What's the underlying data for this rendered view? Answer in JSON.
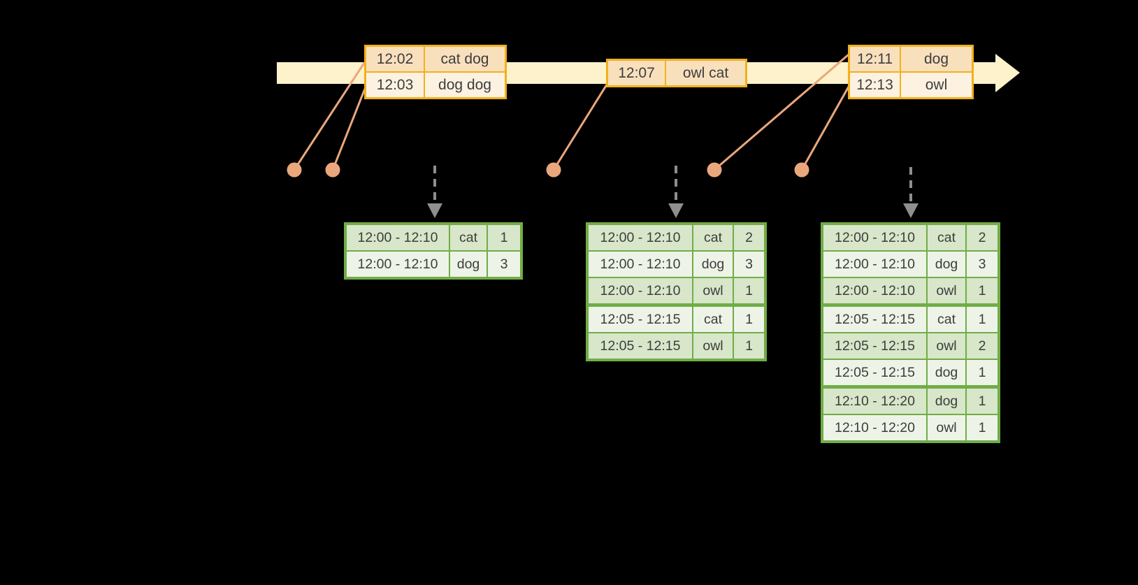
{
  "diagram": {
    "kind": "event-time windowed word-count timeline",
    "background_color": "#000000"
  },
  "colors": {
    "timeline_band": "#fdf2cb",
    "event_box_border": "#f2b01b",
    "event_row_dark": "#f9e0bd",
    "event_row_light": "#fdf2e1",
    "connector_and_dots": "#eba77c",
    "trigger_arrow": "#8f8f8f",
    "result_table_border": "#70ad47",
    "result_row_dark": "#d8e6c9",
    "result_row_light": "#eef3e8",
    "cell_text": "#3d3d3d"
  },
  "icons": {
    "timeline_arrowhead": "right-arrow",
    "trigger_arrows": "dashed-down-arrow",
    "event_markers": "filled-dot"
  },
  "event_boxes": [
    {
      "rows": [
        {
          "time": "12:02",
          "words": "cat dog"
        },
        {
          "time": "12:03",
          "words": "dog dog"
        }
      ]
    },
    {
      "rows": [
        {
          "time": "12:07",
          "words": "owl cat"
        }
      ]
    },
    {
      "rows": [
        {
          "time": "12:11",
          "words": "dog"
        },
        {
          "time": "12:13",
          "words": "owl"
        }
      ]
    }
  ],
  "result_tables": [
    {
      "rows": [
        {
          "window": "12:00 - 12:10",
          "word": "cat",
          "count": "1"
        },
        {
          "window": "12:00 - 12:10",
          "word": "dog",
          "count": "3"
        }
      ]
    },
    {
      "rows": [
        {
          "window": "12:00 - 12:10",
          "word": "cat",
          "count": "2"
        },
        {
          "window": "12:00 - 12:10",
          "word": "dog",
          "count": "3"
        },
        {
          "window": "12:00 - 12:10",
          "word": "owl",
          "count": "1"
        },
        {
          "window": "12:05 - 12:15",
          "word": "cat",
          "count": "1"
        },
        {
          "window": "12:05 - 12:15",
          "word": "owl",
          "count": "1"
        }
      ]
    },
    {
      "rows": [
        {
          "window": "12:00 - 12:10",
          "word": "cat",
          "count": "2"
        },
        {
          "window": "12:00 - 12:10",
          "word": "dog",
          "count": "3"
        },
        {
          "window": "12:00 - 12:10",
          "word": "owl",
          "count": "1"
        },
        {
          "window": "12:05 - 12:15",
          "word": "cat",
          "count": "1"
        },
        {
          "window": "12:05 - 12:15",
          "word": "owl",
          "count": "2"
        },
        {
          "window": "12:05 - 12:15",
          "word": "dog",
          "count": "1"
        },
        {
          "window": "12:10 - 12:20",
          "word": "dog",
          "count": "1"
        },
        {
          "window": "12:10 - 12:20",
          "word": "owl",
          "count": "1"
        }
      ]
    }
  ]
}
